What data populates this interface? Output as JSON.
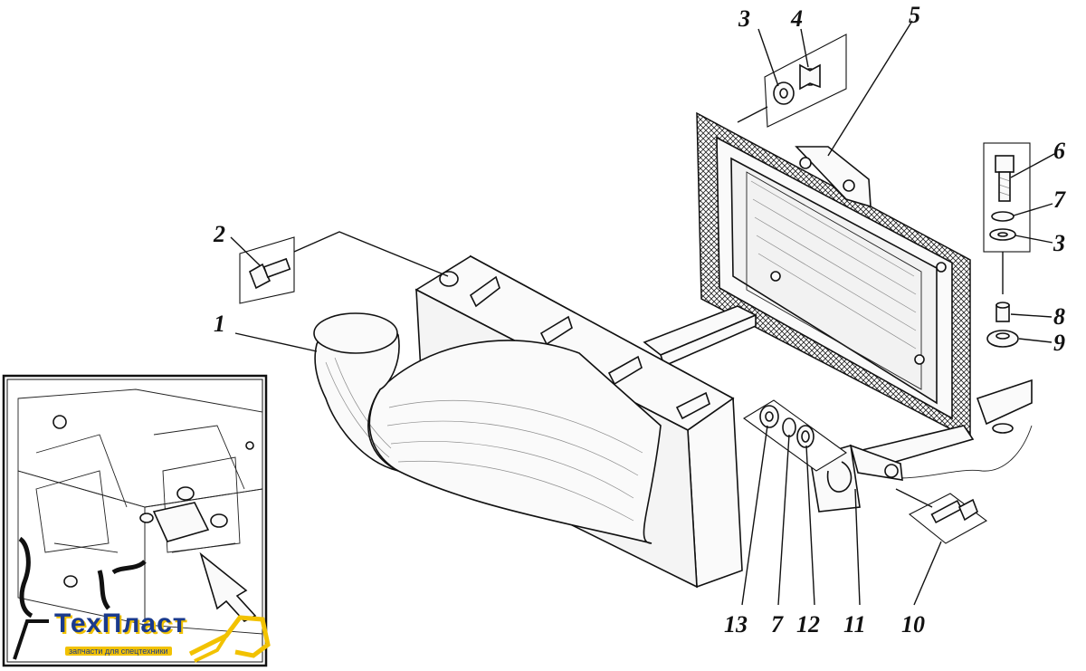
{
  "callouts": [
    {
      "id": "c1",
      "text": "1"
    },
    {
      "id": "c2",
      "text": "2"
    },
    {
      "id": "c3a",
      "text": "3"
    },
    {
      "id": "c4",
      "text": "4"
    },
    {
      "id": "c5",
      "text": "5"
    },
    {
      "id": "c6",
      "text": "6"
    },
    {
      "id": "c7a",
      "text": "7"
    },
    {
      "id": "c3b",
      "text": "3"
    },
    {
      "id": "c8",
      "text": "8"
    },
    {
      "id": "c9",
      "text": "9"
    },
    {
      "id": "c13",
      "text": "13"
    },
    {
      "id": "c7b",
      "text": "7"
    },
    {
      "id": "c12",
      "text": "12"
    },
    {
      "id": "c11",
      "text": "11"
    },
    {
      "id": "c10",
      "text": "10"
    }
  ],
  "logo": {
    "name": "ТехПласт",
    "tagline": "запчасти для спецтехники",
    "colors": {
      "primary": "#1a3a8c",
      "accent": "#f2c200"
    }
  }
}
